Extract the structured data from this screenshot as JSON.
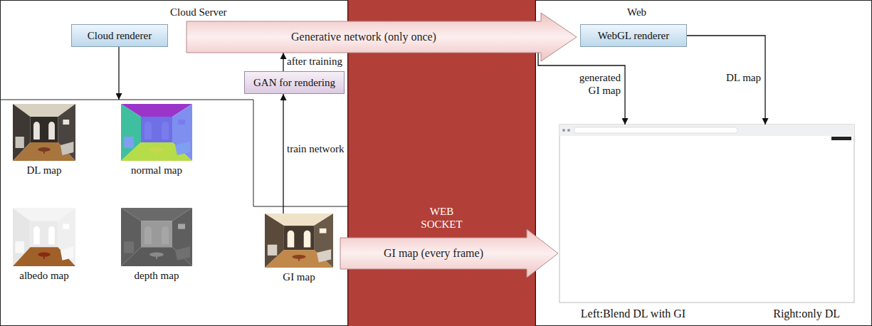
{
  "diagram": {
    "nodes": [
      {
        "text": [
          "Cloud Server"
        ]
      },
      {
        "text": [
          "Cloud renderer"
        ],
        "in": 0
      },
      {
        "text": [
          "DL map"
        ],
        "in": 0
      },
      {
        "text": [
          "normal map"
        ],
        "in": 0
      },
      {
        "text": [
          "albedo map"
        ],
        "in": 0
      },
      {
        "text": [
          "depth map"
        ],
        "in": 0
      },
      {
        "text": [
          "GI map"
        ],
        "in": 0
      },
      {
        "text": [
          "GAN for rendering"
        ],
        "in": 0
      },
      {
        "text": [
          "Generative network (only once)"
        ]
      },
      {
        "text": [
          "WEB SOCKET"
        ]
      },
      {
        "text": [
          "GI map (every frame)"
        ]
      },
      {
        "text": [
          "Web"
        ]
      },
      {
        "text": [
          "WebGL renderer"
        ],
        "in": 11
      },
      {
        "text": [
          "Left:Blend DL with GI",
          "Right:only DL"
        ],
        "in": 11
      }
    ],
    "edges": [
      {
        "from": 6,
        "to": 7,
        "arrow": "to",
        "label": "train network"
      },
      {
        "from": 7,
        "to": 8,
        "arrow": "to",
        "label": "after training"
      },
      {
        "from": 8,
        "to": 13,
        "arrow": "to",
        "label": "generated GI map"
      },
      {
        "from": 12,
        "to": 13,
        "arrow": "to",
        "label": "DL map"
      }
    ]
  }
}
